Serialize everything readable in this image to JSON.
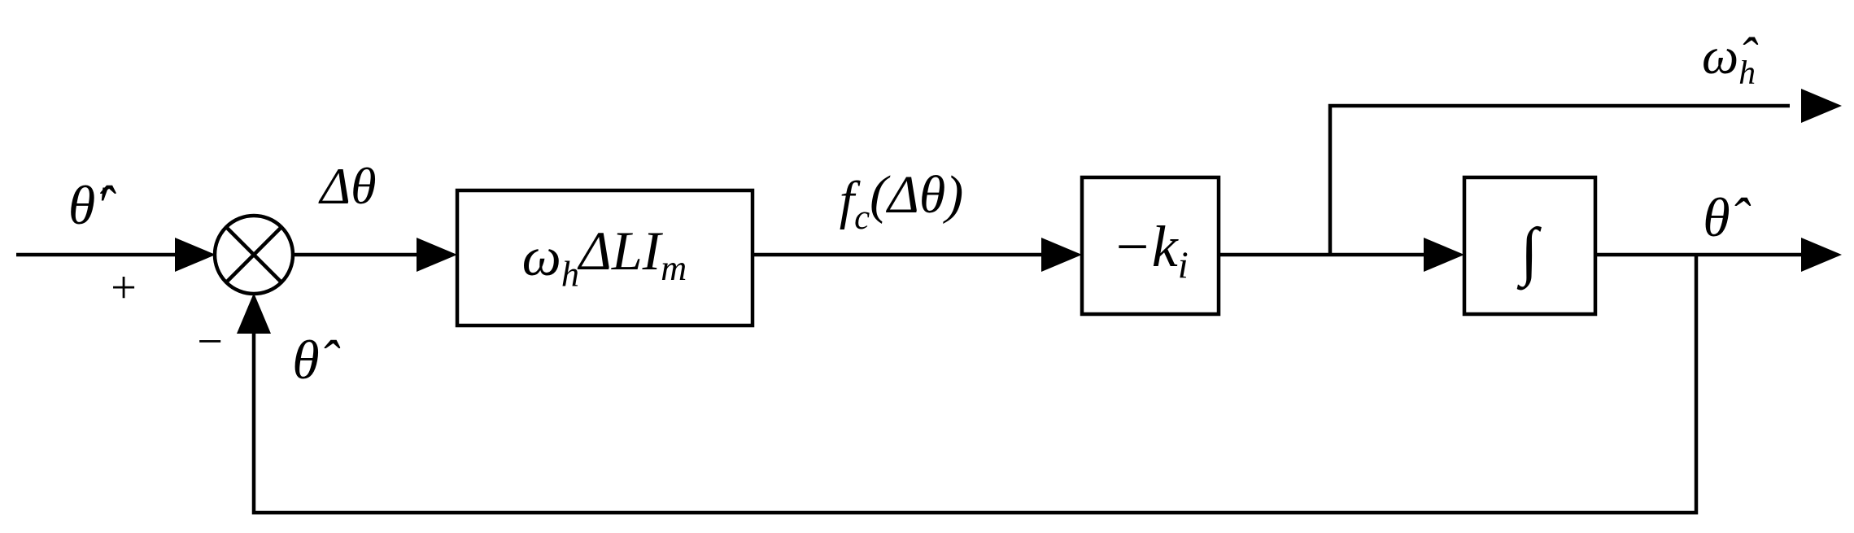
{
  "diagram": {
    "inputs": {
      "reference": "θ̂′",
      "plus_sign": "+",
      "minus_sign": "−",
      "feedback": "θ̂"
    },
    "signals": {
      "error": "Δθ",
      "error_function": "f_c(Δθ)",
      "speed_output": "ω̂_h",
      "angle_output": "θ̂"
    },
    "blocks": {
      "gain_block": "ω_hΔLI_m",
      "ki_block": "−k_i",
      "integrator_block": "∫"
    }
  }
}
